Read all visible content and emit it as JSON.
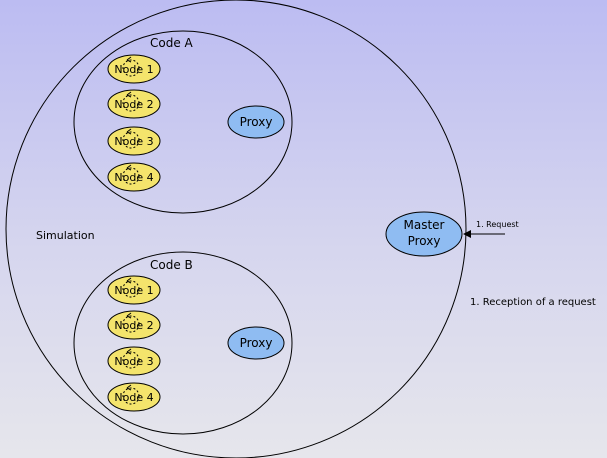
{
  "simulation": {
    "label": "Simulation"
  },
  "code_a": {
    "title": "Code A",
    "nodes": [
      "Node 1",
      "Node 2",
      "Node 3",
      "Node 4"
    ],
    "proxy": "Proxy"
  },
  "code_b": {
    "title": "Code B",
    "nodes": [
      "Node 1",
      "Node 2",
      "Node 3",
      "Node 4"
    ],
    "proxy": "Proxy"
  },
  "master_proxy": {
    "line1": "Master",
    "line2": "Proxy"
  },
  "request": {
    "label": "1. Request"
  },
  "caption": "1. Reception of a request",
  "colors": {
    "node_fill": "#f4e46c",
    "proxy_fill": "#8fbcf2",
    "stroke": "#000000"
  }
}
